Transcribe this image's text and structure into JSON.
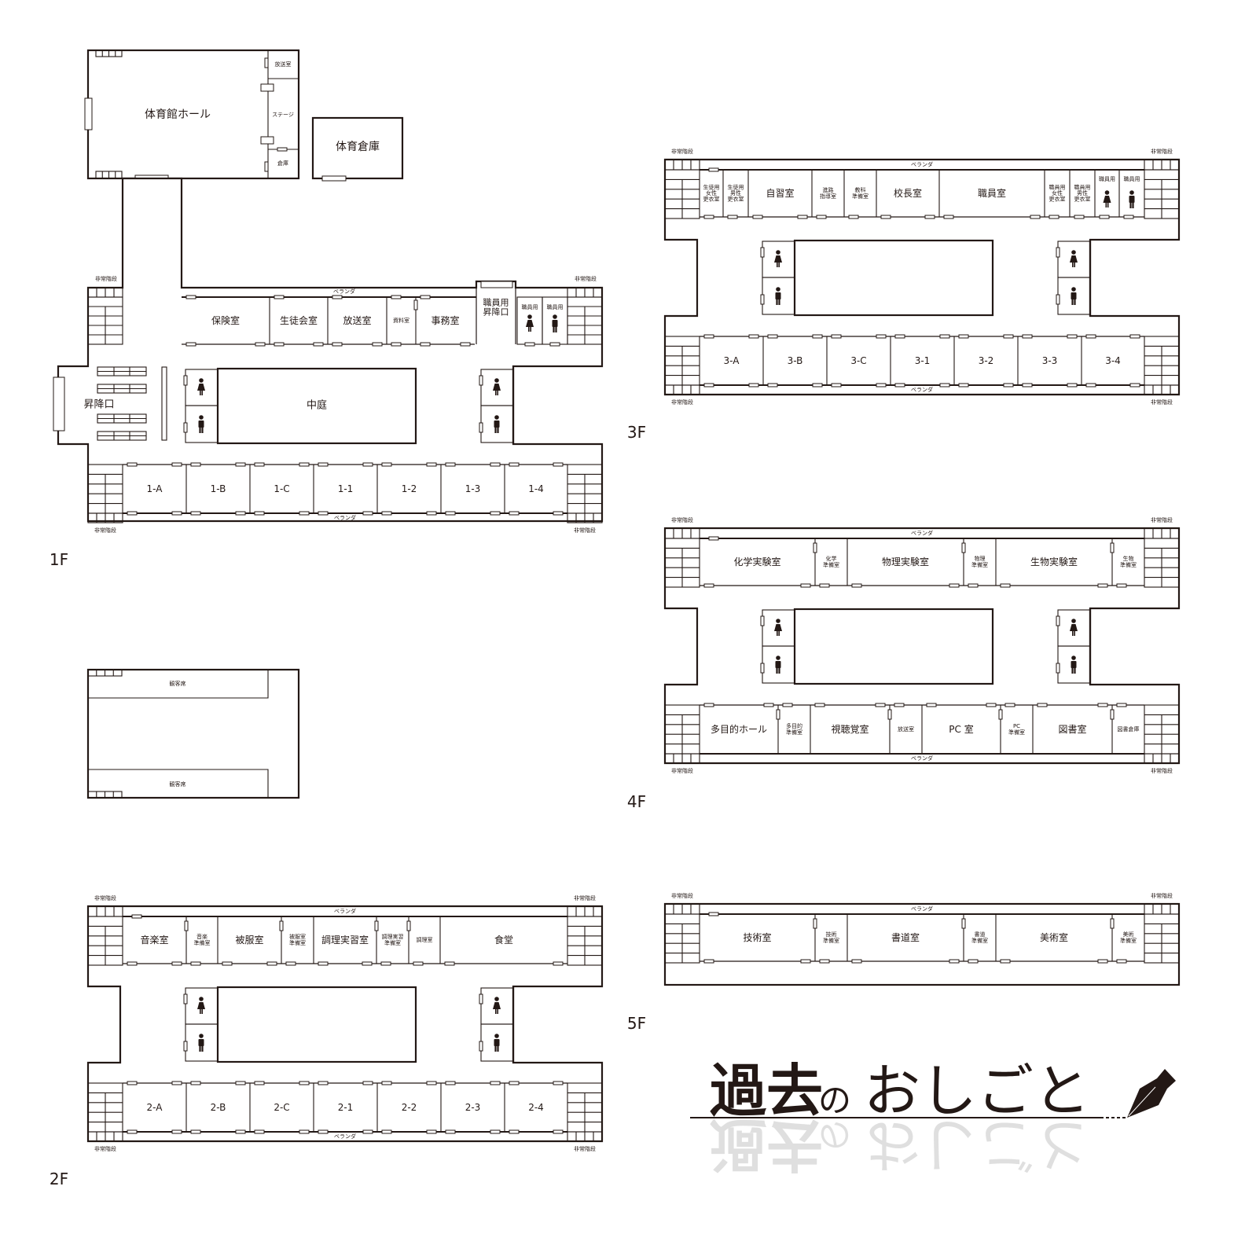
{
  "common": {
    "veranda": "ベランダ",
    "emergency_stairs": "非常階段"
  },
  "gym": {
    "hall": "体育館ホール",
    "broadcast_room": "放送室",
    "stage": "ステージ",
    "storage": "倉庫"
  },
  "gym_storage": "体育倉庫",
  "auditorium": {
    "seats": [
      "観客席",
      "観客席"
    ]
  },
  "floor1": {
    "label": "1F",
    "top_rooms": [
      "保険室",
      "生徒会室",
      "放送室",
      "資料室",
      "事務室"
    ],
    "staff_entrance": [
      "職員用",
      "昇降口"
    ],
    "staff_toilets": [
      "職員用",
      "職員用"
    ],
    "entrance": "昇降口",
    "courtyard": "中庭",
    "classrooms": [
      "1-A",
      "1-B",
      "1-C",
      "1-1",
      "1-2",
      "1-3",
      "1-4"
    ]
  },
  "floor2": {
    "label": "2F",
    "top_rooms": [
      [
        "音楽室"
      ],
      [
        "音楽",
        "準備室"
      ],
      [
        "被服室"
      ],
      [
        "被服室",
        "準備室"
      ],
      [
        "調理実習室"
      ],
      [
        "調理実習",
        "準備室"
      ],
      [
        "調理室"
      ],
      [
        "食堂"
      ]
    ],
    "classrooms": [
      "2-A",
      "2-B",
      "2-C",
      "2-1",
      "2-2",
      "2-3",
      "2-4"
    ]
  },
  "floor3": {
    "label": "3F",
    "top_rooms": [
      [
        "生徒用",
        "女性",
        "更衣室"
      ],
      [
        "生徒用",
        "男性",
        "更衣室"
      ],
      [
        "自習室"
      ],
      [
        "進路",
        "指導室"
      ],
      [
        "教科",
        "準備室"
      ],
      [
        "校長室"
      ],
      [
        "職員室"
      ],
      [
        "職員用",
        "女性",
        "更衣室"
      ],
      [
        "職員用",
        "男性",
        "更衣室"
      ],
      [
        "職員用"
      ],
      [
        "職員用"
      ]
    ],
    "classrooms": [
      "3-A",
      "3-B",
      "3-C",
      "3-1",
      "3-2",
      "3-3",
      "3-4"
    ]
  },
  "floor4": {
    "label": "4F",
    "top_rooms": [
      [
        "化学実験室"
      ],
      [
        "化学",
        "準備室"
      ],
      [
        "物理実験室"
      ],
      [
        "物理",
        "準備室"
      ],
      [
        "生物実験室"
      ],
      [
        "生物",
        "準備室"
      ]
    ],
    "bottom_rooms": [
      [
        "多目的ホール"
      ],
      [
        "多目的",
        "準備室"
      ],
      [
        "視聴覚室"
      ],
      [
        "放送室"
      ],
      [
        "PC 室"
      ],
      [
        "PC",
        "準備室"
      ],
      [
        "図書室"
      ],
      [
        "図書倉庫"
      ]
    ]
  },
  "floor5": {
    "label": "5F",
    "top_rooms": [
      [
        "技術室"
      ],
      [
        "技術",
        "準備室"
      ],
      [
        "書道室"
      ],
      [
        "書道",
        "準備室"
      ],
      [
        "美術室"
      ],
      [
        "美術",
        "準備室"
      ]
    ]
  },
  "logo": {
    "title": "過去",
    "particle": "の",
    "subtitle": "おしごと"
  },
  "colors": {
    "ink": "#231815",
    "reflection": "#dcdcdc"
  }
}
